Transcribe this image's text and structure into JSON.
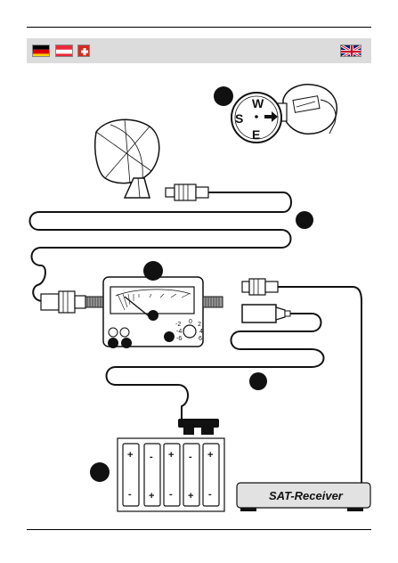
{
  "header": {
    "flags": [
      {
        "name": "germany-flag",
        "colors": [
          "#000000",
          "#dd0000",
          "#ffce00"
        ]
      },
      {
        "name": "austria-flag",
        "colors": [
          "#ed2939",
          "#ffffff",
          "#ed2939"
        ]
      },
      {
        "name": "switzerland-flag",
        "colors": [
          "#d52b1e",
          "#ffffff"
        ]
      },
      {
        "name": "uk-flag",
        "colors": [
          "#012169",
          "#ffffff",
          "#c8102e"
        ]
      }
    ]
  },
  "compass": {
    "north_label": "W",
    "west_label": "S",
    "south_label": "E"
  },
  "meter": {
    "attenuator_scale": [
      "-2",
      "0",
      "2",
      "4",
      "6",
      "-4",
      "-6"
    ]
  },
  "batteries": {
    "signs": [
      "+",
      "-",
      "-",
      "+",
      "+",
      "-",
      "-",
      "+",
      "+",
      "-"
    ]
  },
  "receiver": {
    "label": "SAT-Receiver"
  },
  "colors": {
    "header_bg": "#dcdcdc",
    "callout": "#111111",
    "receiver_bg": "#e2e2e2"
  }
}
